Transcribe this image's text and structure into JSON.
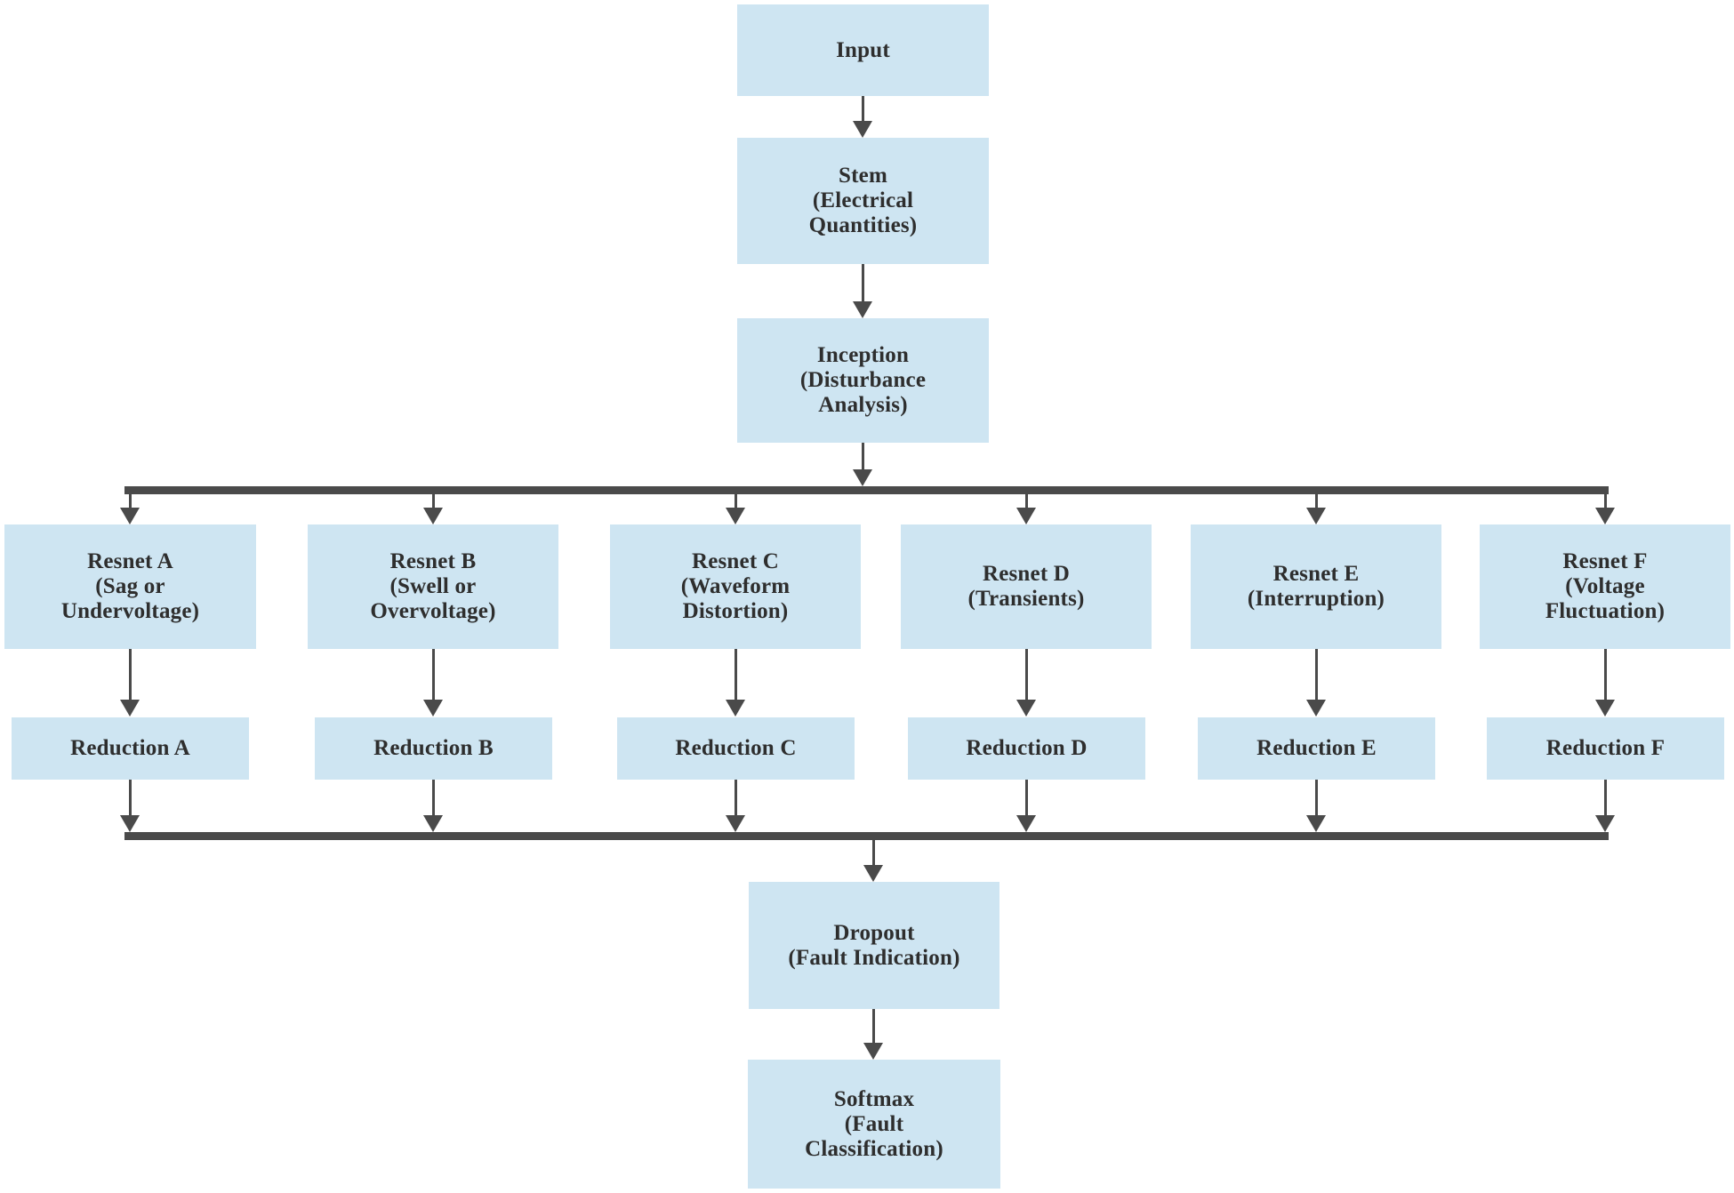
{
  "diagram": {
    "type": "flowchart",
    "description": "Deep neural network architecture for power-quality fault classification",
    "colors": {
      "box_fill": "#cee5f2",
      "line": "#4a4a4a",
      "text": "#2e2e2e",
      "background": "#ffffff"
    },
    "nodes": {
      "input": {
        "label": "Input"
      },
      "stem": {
        "label": "Stem\n(Electrical\nQuantities)"
      },
      "inception": {
        "label": "Inception\n(Disturbance\nAnalysis)"
      },
      "resnet_a": {
        "label": "Resnet A\n(Sag or\nUndervoltage)"
      },
      "resnet_b": {
        "label": "Resnet B\n(Swell or\nOvervoltage)"
      },
      "resnet_c": {
        "label": "Resnet C\n(Waveform\nDistortion)"
      },
      "resnet_d": {
        "label": "Resnet D\n(Transients)"
      },
      "resnet_e": {
        "label": "Resnet E\n(Interruption)"
      },
      "resnet_f": {
        "label": "Resnet F\n(Voltage\nFluctuation)"
      },
      "reduction_a": {
        "label": "Reduction A"
      },
      "reduction_b": {
        "label": "Reduction B"
      },
      "reduction_c": {
        "label": "Reduction C"
      },
      "reduction_d": {
        "label": "Reduction D"
      },
      "reduction_e": {
        "label": "Reduction E"
      },
      "reduction_f": {
        "label": "Reduction F"
      },
      "dropout": {
        "label": "Dropout\n(Fault Indication)"
      },
      "softmax": {
        "label": "Softmax\n(Fault\nClassification)"
      }
    },
    "edges": [
      {
        "from": "input",
        "to": "stem"
      },
      {
        "from": "stem",
        "to": "inception"
      },
      {
        "from": "inception",
        "to": "resnet_a"
      },
      {
        "from": "inception",
        "to": "resnet_b"
      },
      {
        "from": "inception",
        "to": "resnet_c"
      },
      {
        "from": "inception",
        "to": "resnet_d"
      },
      {
        "from": "inception",
        "to": "resnet_e"
      },
      {
        "from": "inception",
        "to": "resnet_f"
      },
      {
        "from": "resnet_a",
        "to": "reduction_a"
      },
      {
        "from": "resnet_b",
        "to": "reduction_b"
      },
      {
        "from": "resnet_c",
        "to": "reduction_c"
      },
      {
        "from": "resnet_d",
        "to": "reduction_d"
      },
      {
        "from": "resnet_e",
        "to": "reduction_e"
      },
      {
        "from": "resnet_f",
        "to": "reduction_f"
      },
      {
        "from": "reduction_a",
        "to": "dropout"
      },
      {
        "from": "reduction_b",
        "to": "dropout"
      },
      {
        "from": "reduction_c",
        "to": "dropout"
      },
      {
        "from": "reduction_d",
        "to": "dropout"
      },
      {
        "from": "reduction_e",
        "to": "dropout"
      },
      {
        "from": "reduction_f",
        "to": "dropout"
      },
      {
        "from": "dropout",
        "to": "softmax"
      }
    ]
  }
}
